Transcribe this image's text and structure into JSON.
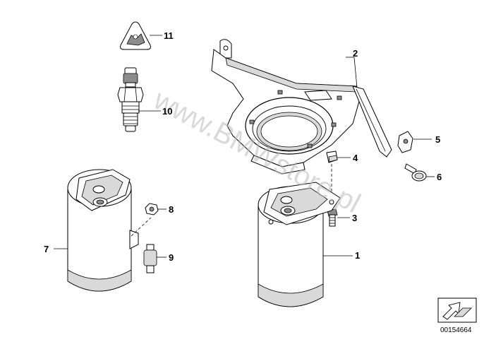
{
  "diagram": {
    "watermark": "www.BMWstore.pl",
    "document_number": "00154664",
    "callouts": [
      {
        "id": "1",
        "label": "1"
      },
      {
        "id": "2",
        "label": "2"
      },
      {
        "id": "3",
        "label": "3"
      },
      {
        "id": "4",
        "label": "4"
      },
      {
        "id": "5",
        "label": "5"
      },
      {
        "id": "6",
        "label": "6"
      },
      {
        "id": "7",
        "label": "7"
      },
      {
        "id": "8",
        "label": "8"
      },
      {
        "id": "9",
        "label": "9"
      },
      {
        "id": "10",
        "label": "10"
      },
      {
        "id": "11",
        "label": "11"
      }
    ]
  }
}
